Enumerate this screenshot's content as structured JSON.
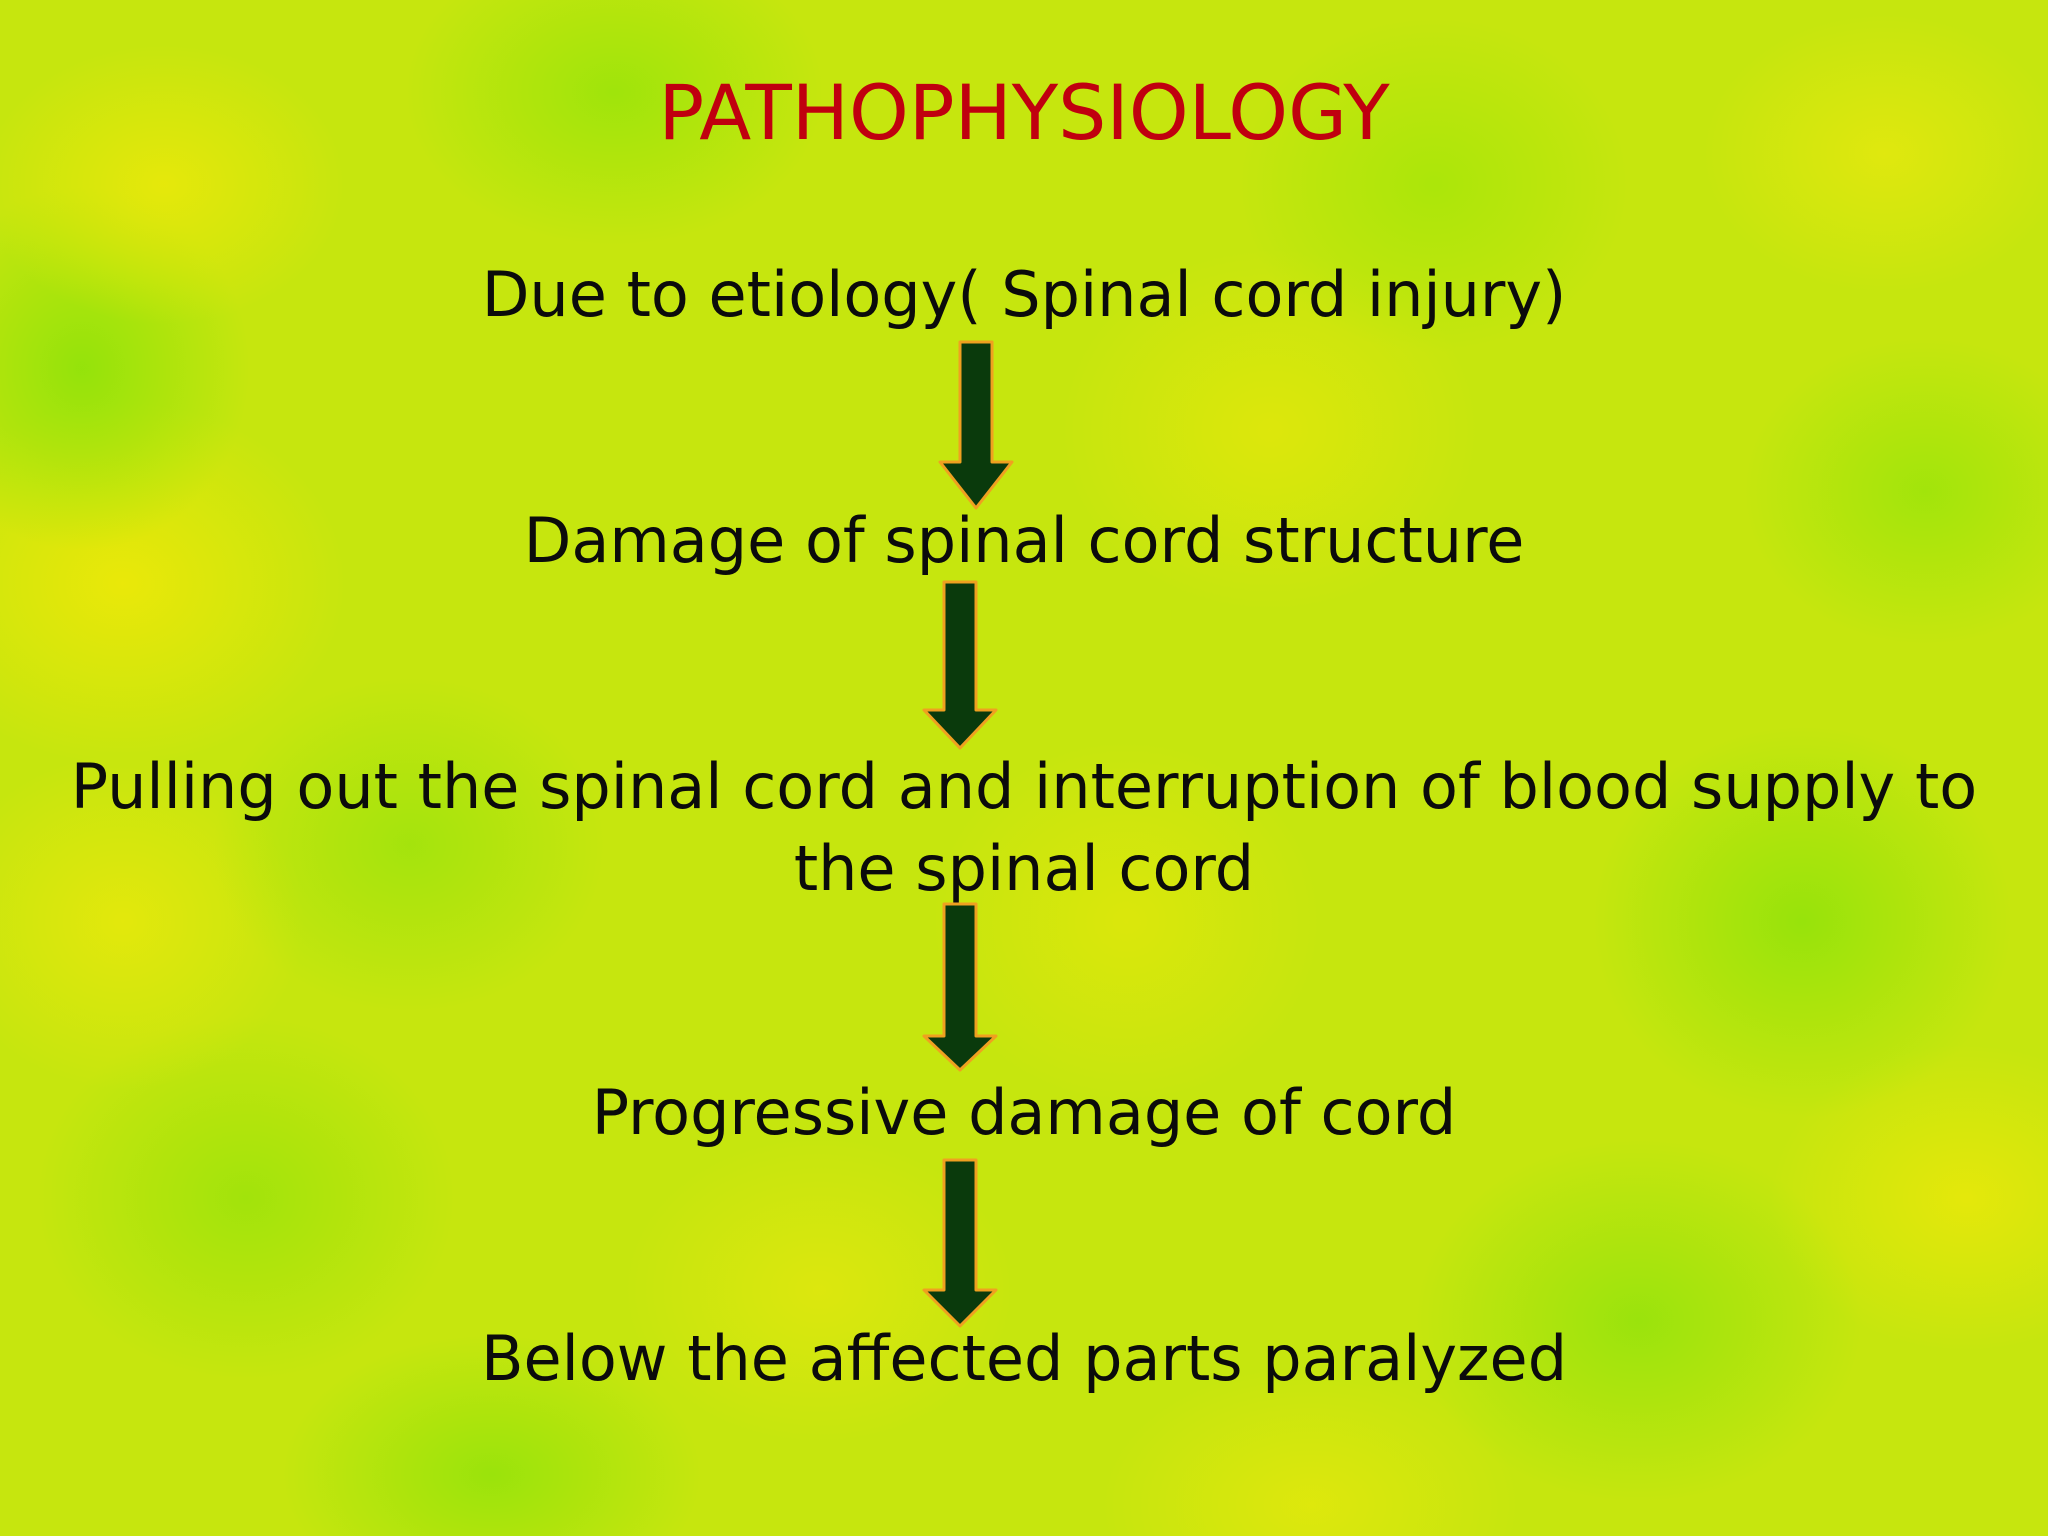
{
  "slide": {
    "title": "PATHOPHYSIOLOGY",
    "steps": [
      "Due to etiology( Spinal cord injury)",
      "Damage of spinal cord structure",
      "Pulling out the spinal cord and interruption of blood supply to the spinal cord",
      "Progressive damage of cord",
      "Below the affected parts paralyzed"
    ],
    "arrow_icon": "down-arrow-icon",
    "colors": {
      "title": "#c0000f",
      "text": "#0b0b0b",
      "arrow_fill": "#0a3a0c",
      "arrow_outline": "#f0a020",
      "background_green": "#9be60a",
      "background_yellow": "#e8e60a"
    }
  }
}
